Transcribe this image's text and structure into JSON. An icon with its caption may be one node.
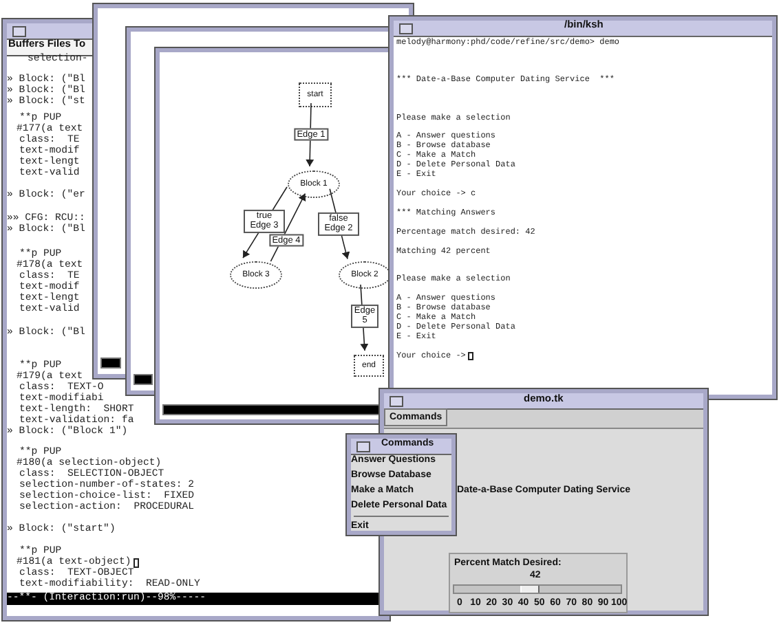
{
  "diagram": {
    "nodes": [
      {
        "text": [],
        "shape": "box"
      },
      {
        "text": [
          "start"
        ],
        "in": 0
      },
      {
        "text": [
          "Block 1"
        ],
        "in": 0
      },
      {
        "text": [
          "Block 3"
        ],
        "in": 0
      },
      {
        "text": [
          "Block 2"
        ],
        "in": 0
      },
      {
        "text": [
          "end"
        ],
        "in": 0
      }
    ],
    "edges": [
      {
        "from": 1,
        "to": 2,
        "arrow": "to",
        "label": "Edge 1"
      },
      {
        "from": 2,
        "to": 4,
        "arrow": "to",
        "label": "false Edge 2"
      },
      {
        "from": 2,
        "to": 3,
        "arrow": "to",
        "label": "true Edge 3"
      },
      {
        "from": 3,
        "to": 2,
        "arrow": "to",
        "label": "Edge 4"
      },
      {
        "from": 4,
        "to": 5,
        "arrow": "to",
        "label": "Edge 5"
      }
    ],
    "labels": [
      "Buffers Files To",
      "selection-",
      "» Block: (\"Bl",
      "» Block: (\"Bl",
      "» Block: (\"st",
      "**p PUP",
      "#177(a text",
      "class:  TE",
      "text-modif",
      "text-lengt",
      "text-valid",
      "» Block: (\"er",
      "»» CFG: RCU::",
      "» Block: (\"Bl",
      "**p PUP",
      "#178(a text",
      "class:  TE",
      "text-modif",
      "text-lengt",
      "text-valid",
      "» Block: (\"Bl",
      "**p PUP",
      "#179(a text",
      "class:  TEXT-O",
      "text-modifiabi",
      "text-length:  SHORT",
      "text-validation: fa",
      "» Block: (\"Block 1\")",
      "**p PUP",
      "#180(a selection-object)",
      "class:  SELECTION-OBJECT",
      "selection-number-of-states: 2",
      "selection-choice-list:  FIXED",
      "selection-action:  PROCEDURAL",
      "» Block: (\"start\")",
      "**p PUP",
      "#181(a text-object)",
      "class:  TEXT-OBJECT",
      "text-modifiability:  READ-ONLY",
      "--**- (Interaction:run)--98%-----",
      "/bin/ksh",
      "melody@harmony:phd/code/refine/src/demo> demo",
      "*** Date-a-Base Computer Dating Service  ***",
      "Please make a selection",
      "A - Answer questions",
      "B - Browse database",
      "C - Make a Match",
      "D - Delete Personal Data",
      "E - Exit",
      "Your choice -> c",
      "*** Matching Answers",
      "Percentage match desired: 42",
      "Matching 42 percent",
      "Please make a selection",
      "A - Answer questions",
      "B - Browse database",
      "C - Make a Match",
      "D - Delete Personal Data",
      "E - Exit",
      "Your choice ->",
      "demo.tk",
      "Commands",
      "Commands",
      "Answer Questions",
      "Browse Database",
      "Make a Match",
      "Delete Personal Data",
      "Exit",
      "Date-a-Base Computer Dating Service",
      "Percent Match Desired:",
      "42",
      "0",
      "10",
      "20",
      "30",
      "40",
      "50",
      "60",
      "70",
      "80",
      "90",
      "100"
    ]
  }
}
